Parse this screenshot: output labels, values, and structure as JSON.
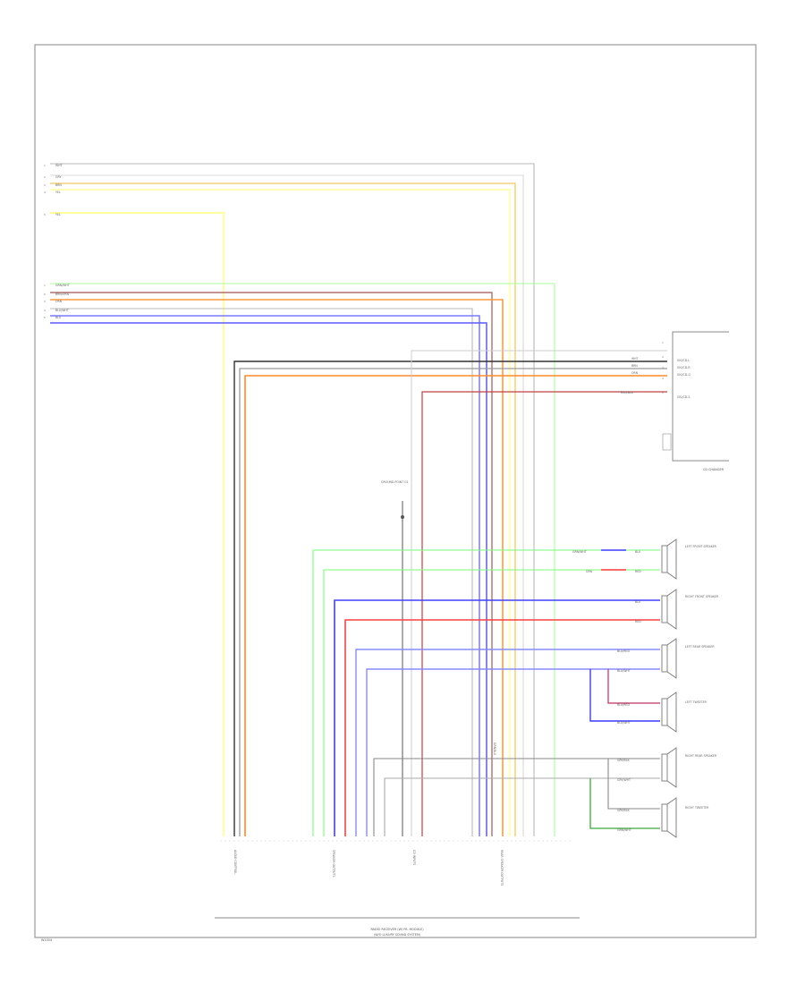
{
  "diagram": {
    "figure_id": "W1004",
    "unit_caption_line1": "RADIO RECEIVER (W/ FR. MODULE)",
    "unit_caption_line2": "(W/O LUXURY SOUND SYSTEM)",
    "cd_player_label": "CD CHANGER",
    "ground_label": "GROUND POINT G1",
    "top_wires": [
      {
        "pin": "1",
        "label": "WHT"
      },
      {
        "pin": "2",
        "label": "GRY"
      },
      {
        "pin": "3",
        "label": "BRN"
      },
      {
        "pin": "4",
        "label": "YEL"
      },
      {
        "pin": "5",
        "label": "YEL"
      }
    ],
    "mid_wires": [
      {
        "pin": "1",
        "label": "GRN/WHT"
      },
      {
        "pin": "2",
        "label": "BRN/ORN"
      },
      {
        "pin": "3",
        "label": "ORN"
      },
      {
        "pin": "4",
        "label": "BLU/WHT"
      },
      {
        "pin": "5",
        "label": "BLU"
      }
    ],
    "cd_pins": [
      {
        "num": "1",
        "wire": "WHT",
        "name": "SIG/CD-L"
      },
      {
        "num": "2",
        "wire": "BRN",
        "name": "SIG/CD-R"
      },
      {
        "num": "3",
        "wire": "ORN",
        "name": "SIG/CD-G"
      },
      {
        "num": "4",
        "wire": "",
        "name": ""
      },
      {
        "num": "5",
        "wire": "RED/BLK",
        "name": "SIG/CD-S"
      }
    ],
    "speakers": [
      {
        "name": "LEFT FRONT SPEAKER",
        "wire_a": "GRN/WHT",
        "wire_b": "GRN",
        "out_a": "BLU",
        "out_b": "RED"
      },
      {
        "name": "RIGHT FRONT SPEAKER",
        "wire_a": "",
        "wire_b": "",
        "out_a": "BLU",
        "out_b": "RED"
      },
      {
        "name": "LEFT REAR SPEAKER",
        "wire_a": "",
        "wire_b": "",
        "out_a": "BLU/RED",
        "out_b": "BLU/WHT"
      },
      {
        "name": "LEFT TWEETER",
        "wire_a": "",
        "wire_b": "",
        "out_a": "BLU/RED",
        "out_b": "BLU/WHT"
      },
      {
        "name": "RIGHT REAR SPEAKER",
        "wire_a": "",
        "wire_b": "",
        "out_a": "GRY/BLK",
        "out_b": "GRY/WHT"
      },
      {
        "name": "RIGHT TWEETER",
        "wire_a": "",
        "wire_b": "",
        "out_a": "GRY/BLK",
        "out_b": "GRN/WHT"
      }
    ],
    "connector_groups": [
      {
        "label": "AUDIO CONTROL"
      },
      {
        "label": "SPEAKER OUTPUTS"
      },
      {
        "label": "CD INPUTS"
      },
      {
        "label": "REAR SPEAKER OUTPUTS"
      }
    ],
    "ground_wire_label": "GRN/BLK"
  }
}
